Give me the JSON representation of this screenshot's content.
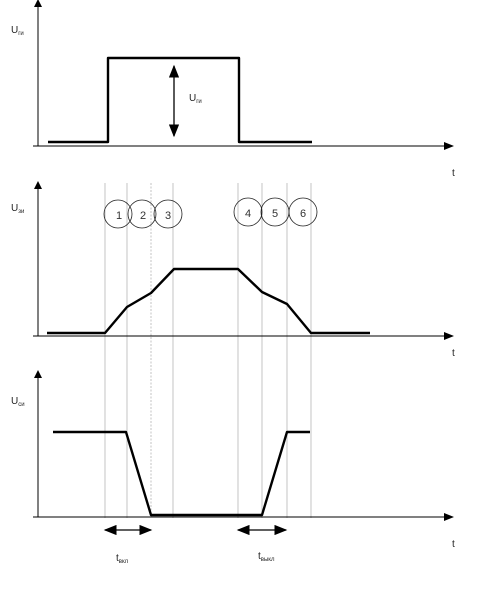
{
  "top_plot": {
    "y_label": "U",
    "y_label_sub": "ги",
    "x_label": "t",
    "amplitude_label": "U",
    "amplitude_label_sub": "ги"
  },
  "middle_plot": {
    "y_label": "U",
    "y_label_sub": "зи",
    "x_label": "t",
    "stages": [
      "1",
      "2",
      "3",
      "4",
      "5",
      "6"
    ]
  },
  "bottom_plot": {
    "y_label": "U",
    "y_label_sub": "си",
    "x_label": "t",
    "t_on_label": "t",
    "t_on_sub": "вкл",
    "t_off_label": "t",
    "t_off_sub": "выкл"
  }
}
